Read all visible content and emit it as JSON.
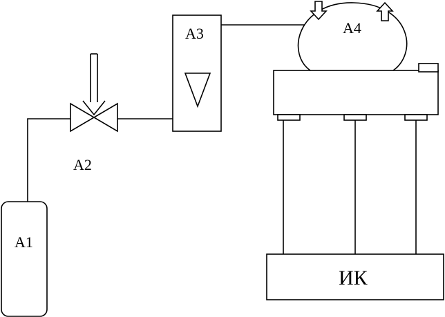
{
  "diagram": {
    "labels": {
      "a1": "A1",
      "a2": "A2",
      "a3": "A3",
      "a4": "A4",
      "ik": "ИК"
    }
  }
}
